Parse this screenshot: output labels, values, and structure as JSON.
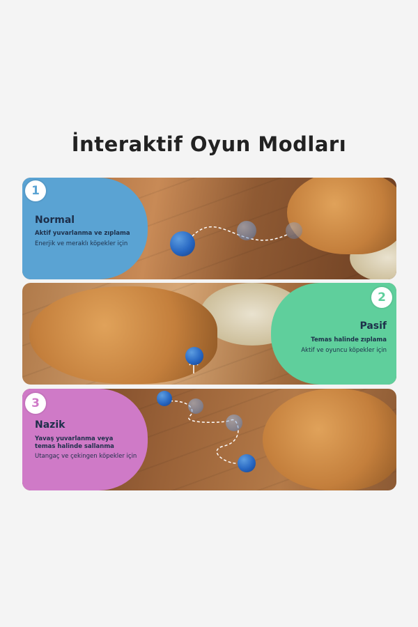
{
  "title": "İnteraktif Oyun Modları",
  "modes": [
    {
      "number": "1",
      "name": "Normal",
      "subtitle": "Aktif yuvarlanma ve zıplama",
      "description": "Enerjik ve meraklı köpekler için",
      "color": "#5aa3d3"
    },
    {
      "number": "2",
      "name": "Pasif",
      "subtitle": "Temas halinde zıplama",
      "description": "Aktif ve oyuncu köpekler için",
      "color": "#5fcf9c"
    },
    {
      "number": "3",
      "name": "Nazik",
      "subtitle": "Yavaş yuvarlanma veya temas halinde sallanma",
      "description": "Utangaç ve çekingen köpekler için",
      "color": "#cf7ac7"
    }
  ],
  "colors": {
    "background": "#f4f4f4",
    "title": "#222222",
    "text": "#1d2f4a",
    "ball": "#2767c2"
  }
}
